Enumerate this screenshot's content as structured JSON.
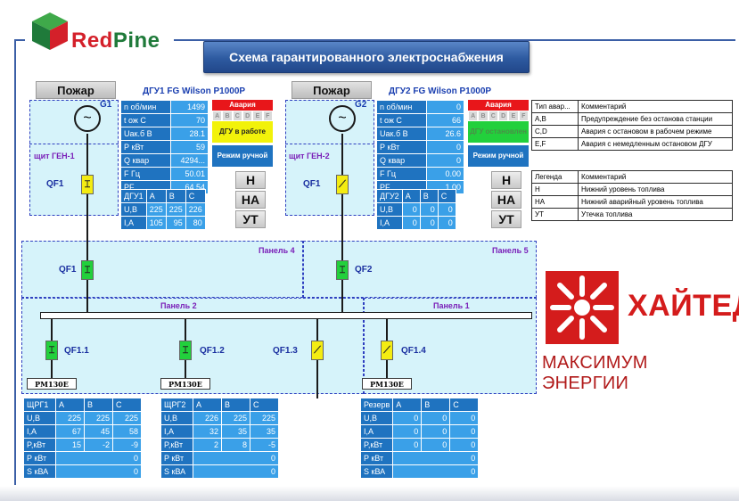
{
  "logo": {
    "red": "Red",
    "pine": "Pine"
  },
  "title": "Схема гарантированного электроснабжения",
  "fire_label": "Пожар",
  "gen1": {
    "title": "ДГУ1 FG Wilson P1000P",
    "gen_label": "G1",
    "shield_label": "щит ГЕН-1",
    "rows": [
      [
        "n об/мин",
        "1499"
      ],
      [
        "t ож C",
        "70"
      ],
      [
        "Uак.б В",
        "28.1"
      ],
      [
        "Р кВт",
        "59"
      ],
      [
        "Q квар",
        "4294..."
      ],
      [
        "F Гц",
        "50.01"
      ],
      [
        "PF",
        "64.54"
      ]
    ],
    "phase_header": [
      "ДГУ1",
      "A",
      "B",
      "C"
    ],
    "phase_rows": [
      [
        "U,B",
        "225",
        "225",
        "226"
      ],
      [
        "I,A",
        "105",
        "95",
        "80"
      ]
    ],
    "state": {
      "alarm": "Авария",
      "letters": [
        "A",
        "B",
        "C",
        "D",
        "E",
        "F"
      ],
      "status": "ДГУ в работе",
      "mode": "Режим ручной"
    }
  },
  "gen2": {
    "title": "ДГУ2 FG Wilson P1000P",
    "gen_label": "G2",
    "shield_label": "щит ГЕН-2",
    "rows": [
      [
        "n об/мин",
        "0"
      ],
      [
        "t ож C",
        "66"
      ],
      [
        "Uак.б В",
        "26.6"
      ],
      [
        "Р кВт",
        "0"
      ],
      [
        "Q квар",
        "0"
      ],
      [
        "F Гц",
        "0.00"
      ],
      [
        "PF",
        "1.00"
      ]
    ],
    "phase_header": [
      "ДГУ2",
      "A",
      "B",
      "C"
    ],
    "phase_rows": [
      [
        "U,B",
        "0",
        "0",
        "0"
      ],
      [
        "I,A",
        "0",
        "0",
        "0"
      ]
    ],
    "state": {
      "alarm": "Авария",
      "letters": [
        "A",
        "B",
        "C",
        "D",
        "E",
        "F"
      ],
      "status": "ДГУ остановлен",
      "mode": "Режим ручной"
    }
  },
  "level_buttons": [
    "Н",
    "НА",
    "УТ"
  ],
  "alarm_types": {
    "header": [
      "Тип авар...",
      "Комментарий"
    ],
    "rows": [
      [
        "A,B",
        "Предупреждение без останова станции"
      ],
      [
        "C,D",
        "Авария с остановом в рабочем режиме"
      ],
      [
        "E,F",
        "Авария с немедленным остановом ДГУ"
      ]
    ]
  },
  "legend": {
    "header": [
      "Легенда",
      "Комментарий"
    ],
    "rows": [
      [
        "Н",
        "Нижний уровень топлива"
      ],
      [
        "НА",
        "Нижний аварийный уровень топлива"
      ],
      [
        "УТ",
        "Утечка топлива"
      ]
    ]
  },
  "panels": {
    "p4": "Панель 4",
    "p5": "Панель 5",
    "p2": "Панель 2",
    "p1": "Панель 1"
  },
  "breakers": {
    "gen1": "QF1",
    "gen2": "QF1",
    "p4": "QF1",
    "p5": "QF2",
    "f1": "QF1.1",
    "f2": "QF1.2",
    "f3": "QF1.3",
    "f4": "QF1.4"
  },
  "pm_tag": "PM130E",
  "feeders": [
    {
      "header": [
        "ЩРГ1",
        "A",
        "B",
        "C"
      ],
      "rows": [
        [
          "U,B",
          "225",
          "225",
          "225"
        ],
        [
          "I,A",
          "67",
          "45",
          "58"
        ],
        [
          "P,кВт",
          "15",
          "-2",
          "-9"
        ]
      ],
      "totals": [
        [
          "P кВт",
          "0"
        ],
        [
          "S кВА",
          "0"
        ]
      ]
    },
    {
      "header": [
        "ЩРГ2",
        "A",
        "B",
        "C"
      ],
      "rows": [
        [
          "U,B",
          "226",
          "225",
          "225"
        ],
        [
          "I,A",
          "32",
          "35",
          "35"
        ],
        [
          "P,кВт",
          "2",
          "8",
          "-5"
        ]
      ],
      "totals": [
        [
          "P кВт",
          "0"
        ],
        [
          "S кВА",
          "0"
        ]
      ]
    },
    {
      "header": [
        "Резерв",
        "A",
        "B",
        "C"
      ],
      "rows": [
        [
          "U,B",
          "0",
          "0",
          "0"
        ],
        [
          "I,A",
          "0",
          "0",
          "0"
        ],
        [
          "P,кВт",
          "0",
          "0",
          "0"
        ]
      ],
      "totals": [
        [
          "P кВт",
          "0"
        ],
        [
          "S кВА",
          "0"
        ]
      ]
    }
  ],
  "brand": {
    "name": "ХАЙТЕД",
    "slogan": "МАКСИМУМ ЭНЕРГИИ"
  },
  "colors": {
    "accent": "#2d5aa0",
    "panel_bg": "#d6f3fa",
    "breaker_on": "#22d03c",
    "breaker_off": "#f4ec12",
    "brand": "#d41c1c"
  }
}
